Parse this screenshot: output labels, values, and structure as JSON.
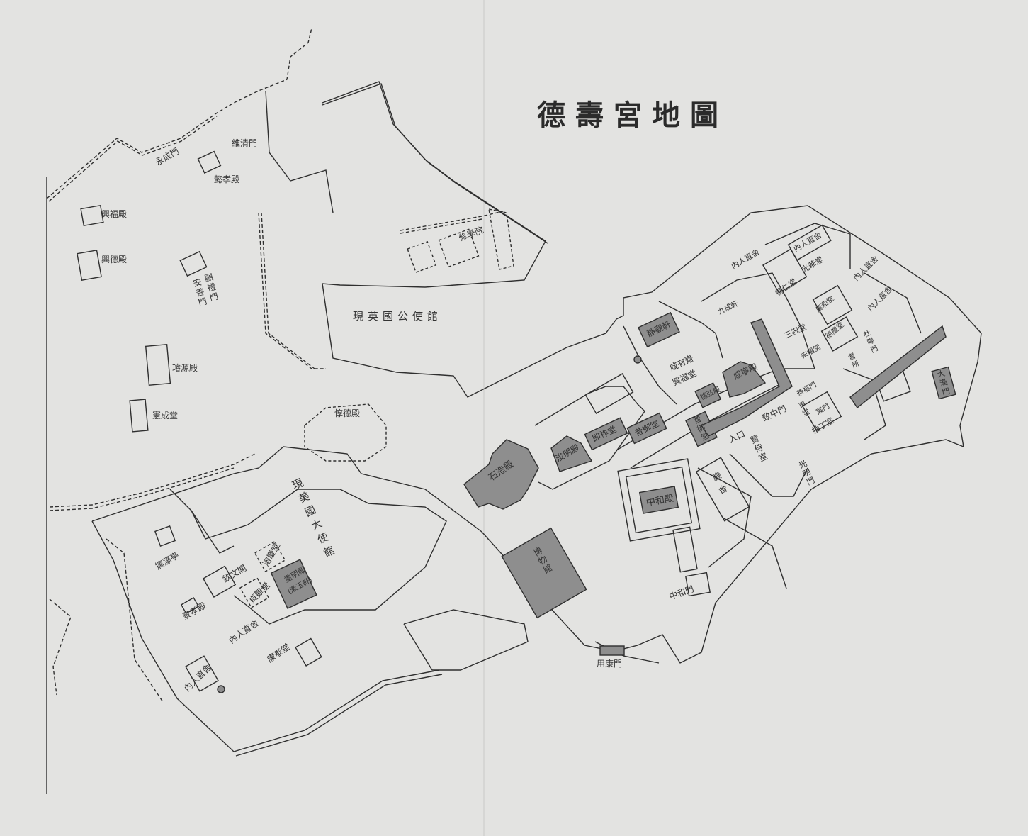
{
  "title": "德壽宮地圖",
  "colors": {
    "paper": "#e3e3e1",
    "line": "#2f2f2f",
    "building_fill": "#8e8e8e"
  },
  "labels": {
    "yeongseongmun": "永成門",
    "yucheongmun": "維清門",
    "uihyojeon": "懿孝殿",
    "heungbokjeon": "興福殿",
    "heungdeokjeon": "興德殿",
    "anseonmun": "安善門",
    "hyeonryemun": "顯禮門",
    "seonwonjeon": "璿源殿",
    "heonseongdang": "憲成堂",
    "suhagwon": "修學院",
    "british_legation": "現英國公使館",
    "dondeokjeon": "惇德殿",
    "us_embassy": "現美國大使館",
    "chijojeong": "摛藻亭",
    "heummungak": "欽文閣",
    "gyeongseondang": "溶慶堂",
    "jungmyeongjeon": "重明殿",
    "jungmyeongjeon_sub": "(漱玉軒)",
    "jeonggwandang": "貞觀堂",
    "gyeonghyojeon": "景孝殿",
    "naein_1": "內人直舍",
    "naein_2": "內人直舍",
    "gangtaedang": "康泰堂",
    "seokjojeon": "石造殿",
    "museum": "博物館",
    "junmyeongjeon": "浚明殿",
    "jeukjodang": "即祚堂",
    "seogeodang": "昔御堂",
    "junghwajeon": "中和殿",
    "junghwamun": "中和門",
    "yonggangmun": "用康門",
    "jeonggwanheon": "靜觀軒",
    "hamyujae": "咸有齋",
    "hamnyeongjeon": "咸寧殿",
    "deokhongjeon": "德弘殿",
    "heungbokdang": "興福堂",
    "seogeodang2": "昔御堂",
    "entrance": "入口",
    "chijungmun": "致中門",
    "chansisil": "贊侍室",
    "gwangmyeongmun": "光明門",
    "gusongheon": "九成軒",
    "naein_3": "內人直舍",
    "naein_4": "內人直舍",
    "naein_5": "內人直舍",
    "naein_6": "內人直舍",
    "deokindang": "德仁堂",
    "gwanghwadang": "光華堂",
    "samchukdang": "三祝堂",
    "songbokdang": "宋福堂",
    "deokgyeongdang": "德慶堂",
    "manhwadang": "萬和堂",
    "duyangmun": "杜陽門",
    "daehanmun": "大漢門",
    "chujeongsil": "抽丁室",
    "gongbokmun": "恭福門",
    "dongdang": "東堂",
    "hoengmun": "宸門",
    "giroso": "耆所",
    "jangsa": "廳 舍"
  }
}
